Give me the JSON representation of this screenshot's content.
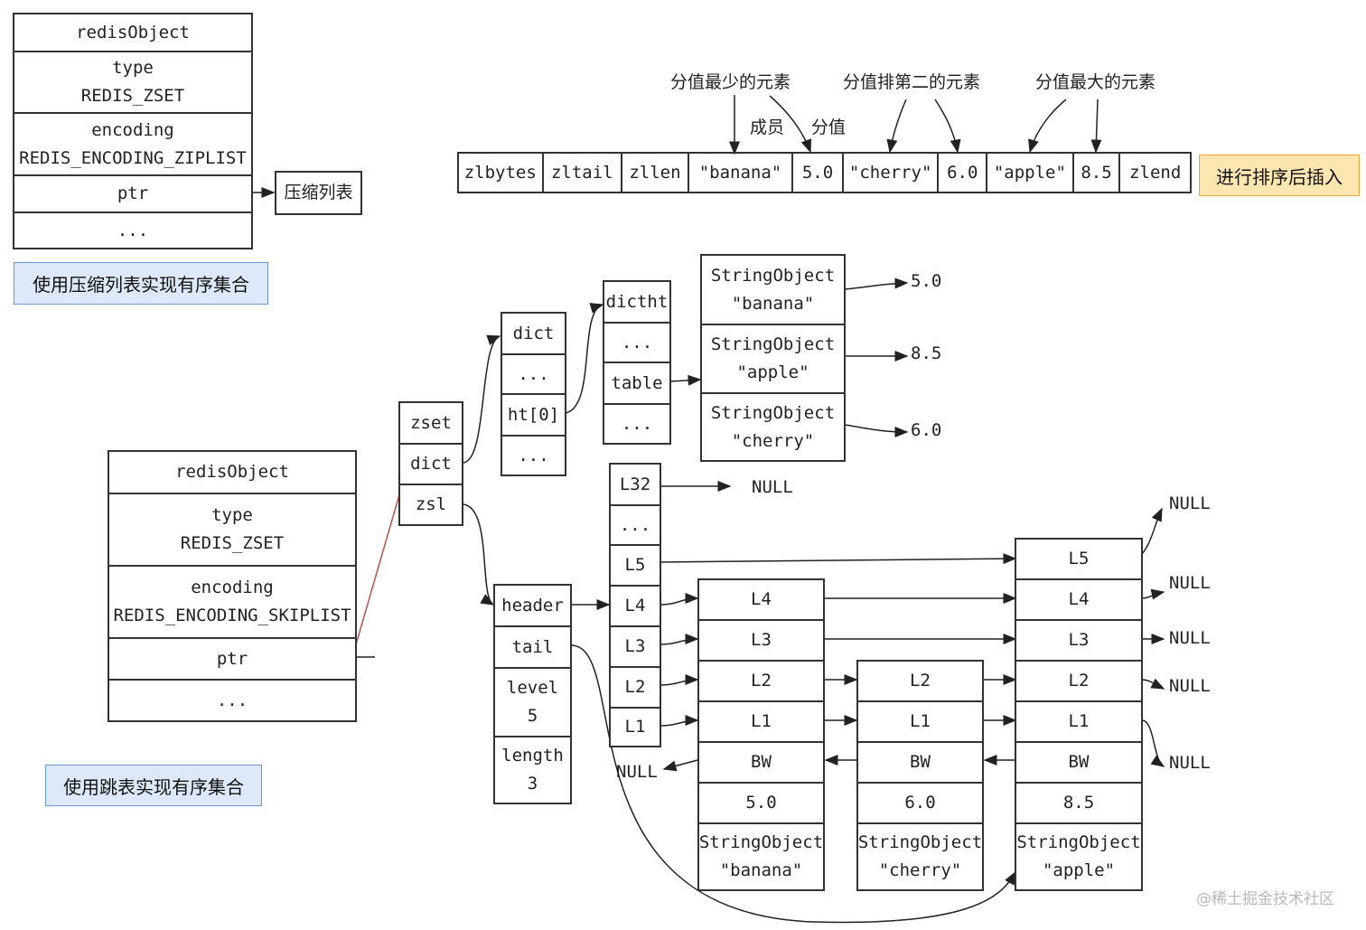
{
  "ziplist_object": {
    "rows": [
      "redisObject",
      "type",
      "REDIS_ZSET",
      "encoding",
      "REDIS_ENCODING_ZIPLIST",
      "ptr",
      "..."
    ]
  },
  "ziplist_pointer_label": "压缩列表",
  "ziplist_caption": "使用压缩列表实现有序集合",
  "ziplist_cells": [
    "zlbytes",
    "zltail",
    "zllen",
    "\"banana\"",
    "5.0",
    "\"cherry\"",
    "6.0",
    "\"apple\"",
    "8.5",
    "zlend"
  ],
  "ziplist_annotations": [
    "分值最少的元素",
    "分值排第二的元素",
    "分值最大的元素",
    "成员",
    "分值"
  ],
  "sort_caption": "进行排序后插入",
  "skiplist_object": {
    "rows": [
      "redisObject",
      "type",
      "REDIS_ZSET",
      "encoding",
      "REDIS_ENCODING_SKIPLIST",
      "ptr",
      "..."
    ]
  },
  "skiplist_caption": "使用跳表实现有序集合",
  "zset": [
    "zset",
    "dict",
    "zsl"
  ],
  "dict": [
    "dict",
    "...",
    "ht[0]",
    "..."
  ],
  "dictht": [
    "dictht",
    "...",
    "table",
    "..."
  ],
  "dict_entries": [
    {
      "key_type": "StringObject",
      "key": "\"banana\"",
      "value": "5.0"
    },
    {
      "key_type": "StringObject",
      "key": "\"apple\"",
      "value": "8.5"
    },
    {
      "key_type": "StringObject",
      "key": "\"cherry\"",
      "value": "6.0"
    }
  ],
  "zsl": {
    "header": "header",
    "tail": "tail",
    "level_label": "level",
    "level": "5",
    "length_label": "length",
    "length": "3"
  },
  "header_levels": [
    "L32",
    "...",
    "L5",
    "L4",
    "L3",
    "L2",
    "L1"
  ],
  "null_label": "NULL",
  "nodes": [
    {
      "levels": [
        "L4",
        "L3",
        "L2",
        "L1"
      ],
      "backward": "BW",
      "score": "5.0",
      "obj_type": "StringObject",
      "obj": "\"banana\""
    },
    {
      "levels": [
        "L2",
        "L1"
      ],
      "backward": "BW",
      "score": "6.0",
      "obj_type": "StringObject",
      "obj": "\"cherry\""
    },
    {
      "levels": [
        "L5",
        "L4",
        "L3",
        "L2",
        "L1"
      ],
      "backward": "BW",
      "score": "8.5",
      "obj_type": "StringObject",
      "obj": "\"apple\""
    }
  ],
  "watermark": "@稀土掘金技术社区"
}
